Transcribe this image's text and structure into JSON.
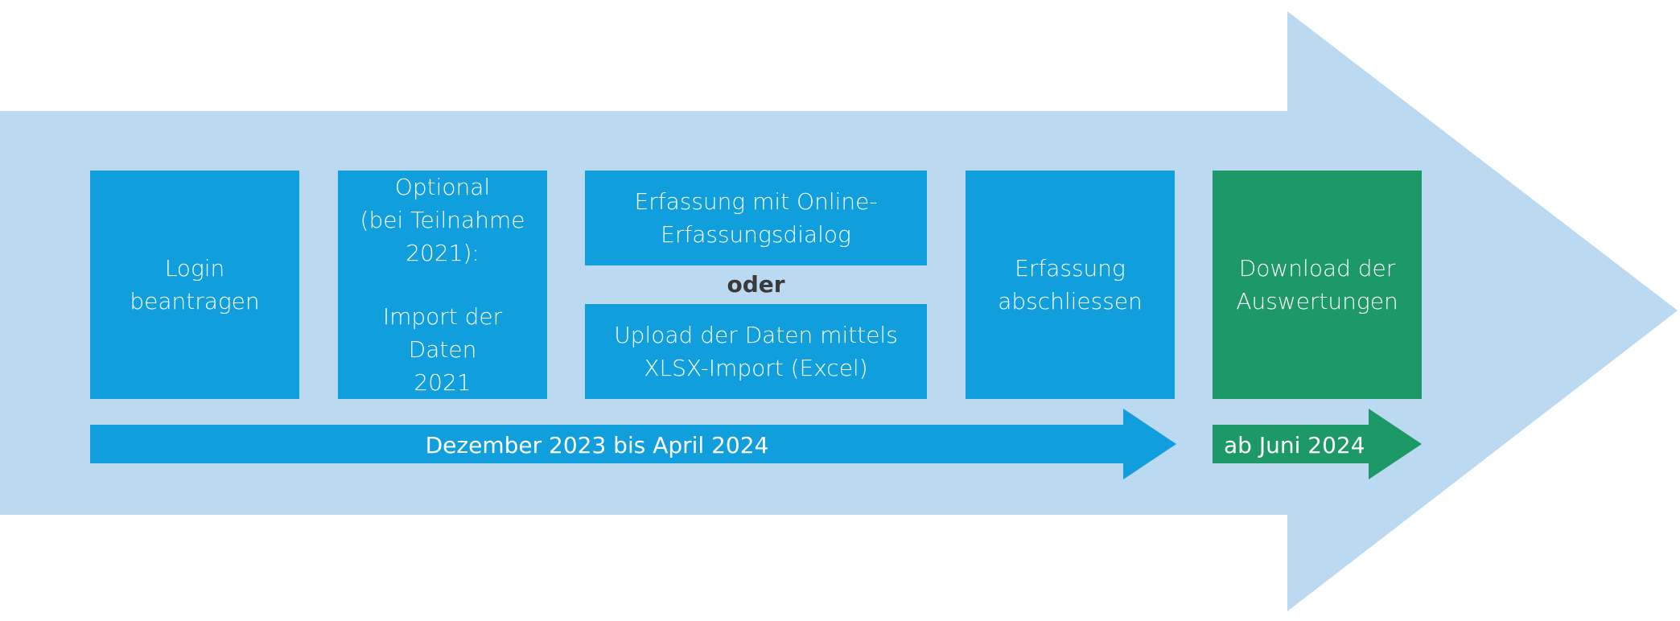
{
  "colors": {
    "background_arrow": "#bcd9f2",
    "step_blue": "#109fdc",
    "step_green": "#1c9966",
    "oder_text": "#3a3a3a"
  },
  "steps": {
    "login": [
      "Login",
      "beantragen"
    ],
    "optional": {
      "top": [
        "Optional",
        "(bei Teilnahme",
        "2021):"
      ],
      "bottom": [
        "Import der Daten",
        "2021"
      ]
    },
    "online": [
      "Erfassung mit Online-",
      "Erfassungsdialog"
    ],
    "oder": "oder",
    "upload": [
      "Upload der Daten mittels",
      "XLSX-Import (Excel)"
    ],
    "abschliessen": [
      "Erfassung",
      "abschliessen"
    ],
    "download": [
      "Download der",
      "Auswertungen"
    ]
  },
  "timeline": {
    "blue_label": "Dezember 2023 bis April 2024",
    "green_label": "ab Juni 2024"
  }
}
